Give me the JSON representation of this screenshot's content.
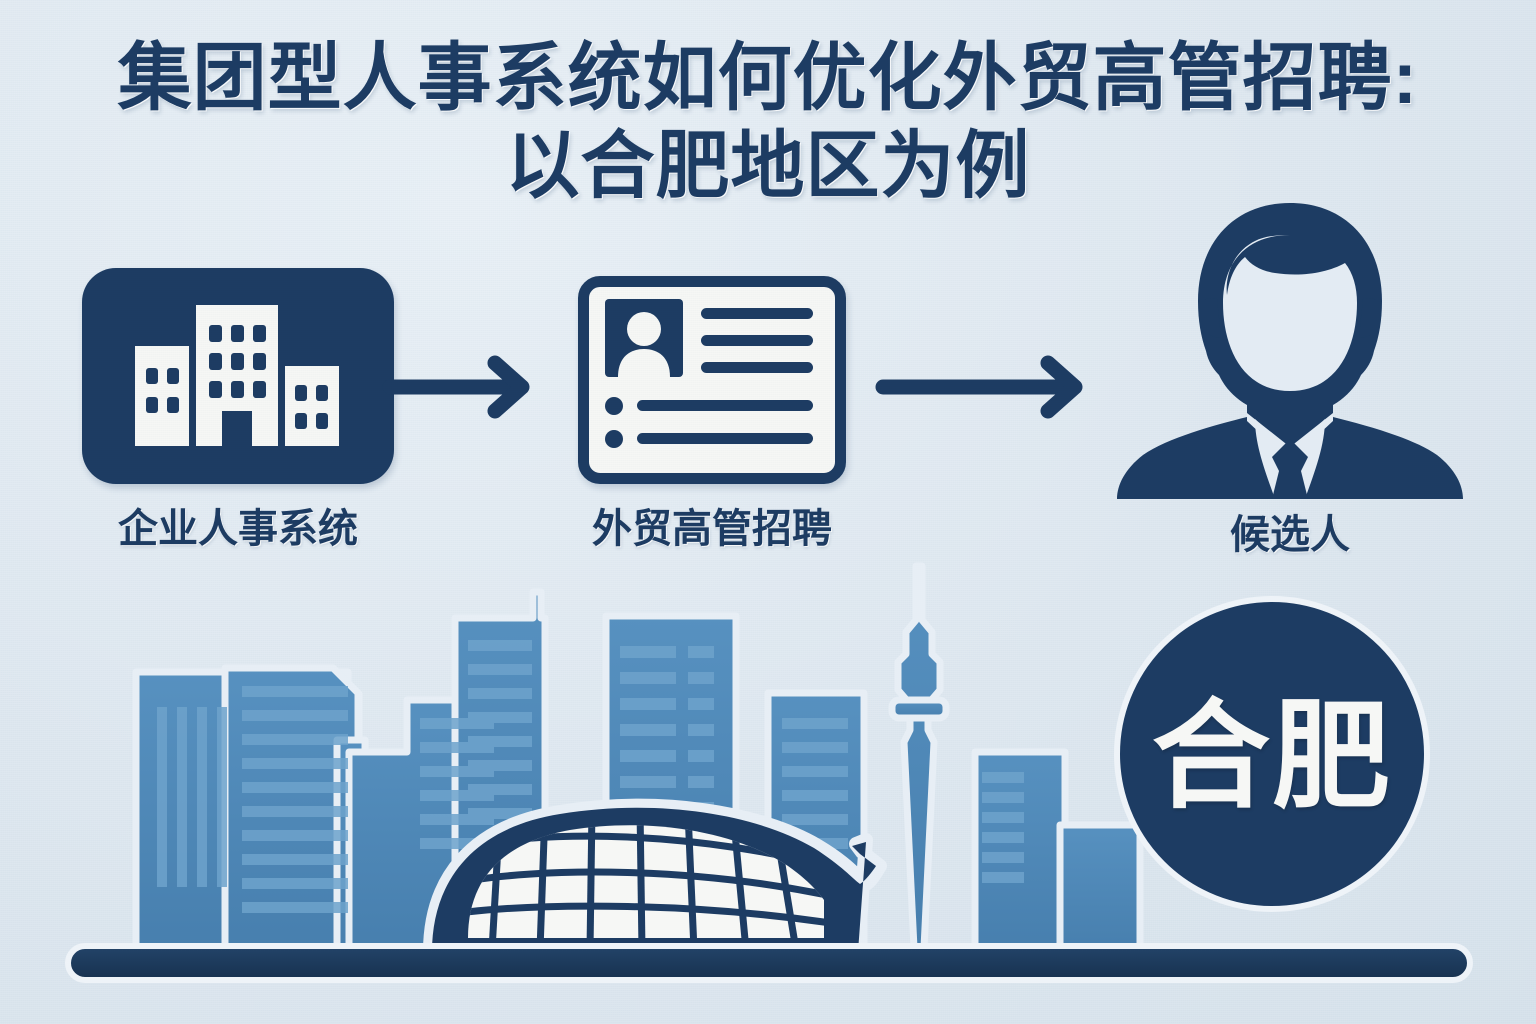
{
  "poster": {
    "background_color": "#e2eaf2",
    "accent_dark": "#1d3c63",
    "accent_mid": "#4b87b8",
    "accent_light": "#6ea3cc",
    "paper_white": "#f6f7f5"
  },
  "title": {
    "line1": "集团型人事系统如何优化外贸高管招聘:",
    "line2": "以合肥地区为例"
  },
  "flow": {
    "steps": [
      {
        "id": "hr-system",
        "label": "企业人事系统",
        "icon": "office-buildings-icon"
      },
      {
        "id": "recruitment",
        "label": "外贸高管招聘",
        "icon": "resume-card-icon"
      },
      {
        "id": "candidate",
        "label": "候选人",
        "icon": "businessman-icon"
      }
    ],
    "arrows": [
      {
        "id": "arrow-1",
        "from": "hr-system",
        "to": "recruitment"
      },
      {
        "id": "arrow-2",
        "from": "recruitment",
        "to": "candidate"
      }
    ]
  },
  "badge": {
    "text": "合肥",
    "shape": "circle",
    "fill": "#1d3c63",
    "text_color": "#f6f7f5"
  },
  "cityscape": {
    "landmark": "hefei-grand-theatre-dome",
    "ground_bar": true,
    "building_count": 8
  }
}
